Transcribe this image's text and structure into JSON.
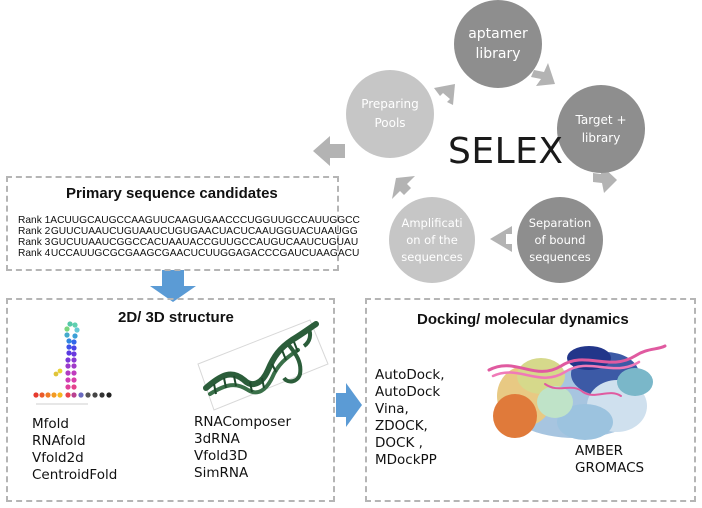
{
  "cycle": {
    "center_label": "SELEX",
    "steps": [
      {
        "id": "aptamer-library",
        "lines": [
          "aptamer",
          "library"
        ]
      },
      {
        "id": "target-library",
        "lines": [
          "Target +",
          "library"
        ]
      },
      {
        "id": "separation",
        "lines": [
          "Separation",
          "of bound",
          "sequences"
        ]
      },
      {
        "id": "amplification",
        "lines": [
          "Amplificati",
          "on of the",
          "sequences"
        ]
      },
      {
        "id": "preparing-pools",
        "lines": [
          "Preparing",
          "Pools"
        ]
      }
    ]
  },
  "primary": {
    "title": "Primary sequence candidates",
    "ranks": [
      {
        "label": "Rank 1",
        "sequence": "ACUUGCAUGCCAAGUUCAAGUGAACCCUGGUUGCCAUUGGCC"
      },
      {
        "label": "Rank 2",
        "sequence": "GUUCUAAUCUGUAAUCUGUGAACUACUCAAUGGUACUAAUGG"
      },
      {
        "label": "Rank 3",
        "sequence": "GUCUUAAUCGGCCACUAAUACCGUUGCCAUGUCAAUCUGUAU"
      },
      {
        "label": "Rank 4",
        "sequence": "UCCAUUGCGCGAAGCGAACUCUUGGAGACCCGAUCUAAGACU"
      }
    ]
  },
  "structure": {
    "title": "2D/ 3D structure",
    "tools_2d": [
      "Mfold",
      "RNAfold",
      "Vfold2d",
      "CentroidFold"
    ],
    "tools_3d": [
      "RNAComposer",
      "3dRNA",
      "Vfold3D",
      "SimRNA"
    ]
  },
  "docking": {
    "title": "Docking/ molecular dynamics",
    "docking_tools": [
      "AutoDock,",
      "AutoDock",
      "Vina,",
      "ZDOCK,",
      "DOCK ,",
      "MDockPP"
    ],
    "md_tools": [
      "AMBER",
      "GROMACS"
    ]
  },
  "colors": {
    "circle_dark": "#8e8e8e",
    "circle_light": "#c6c6c6",
    "arrow_gray": "#b3b3b3",
    "arrow_blue": "#5b9bd5",
    "dashed_border": "#b5b5b5"
  }
}
